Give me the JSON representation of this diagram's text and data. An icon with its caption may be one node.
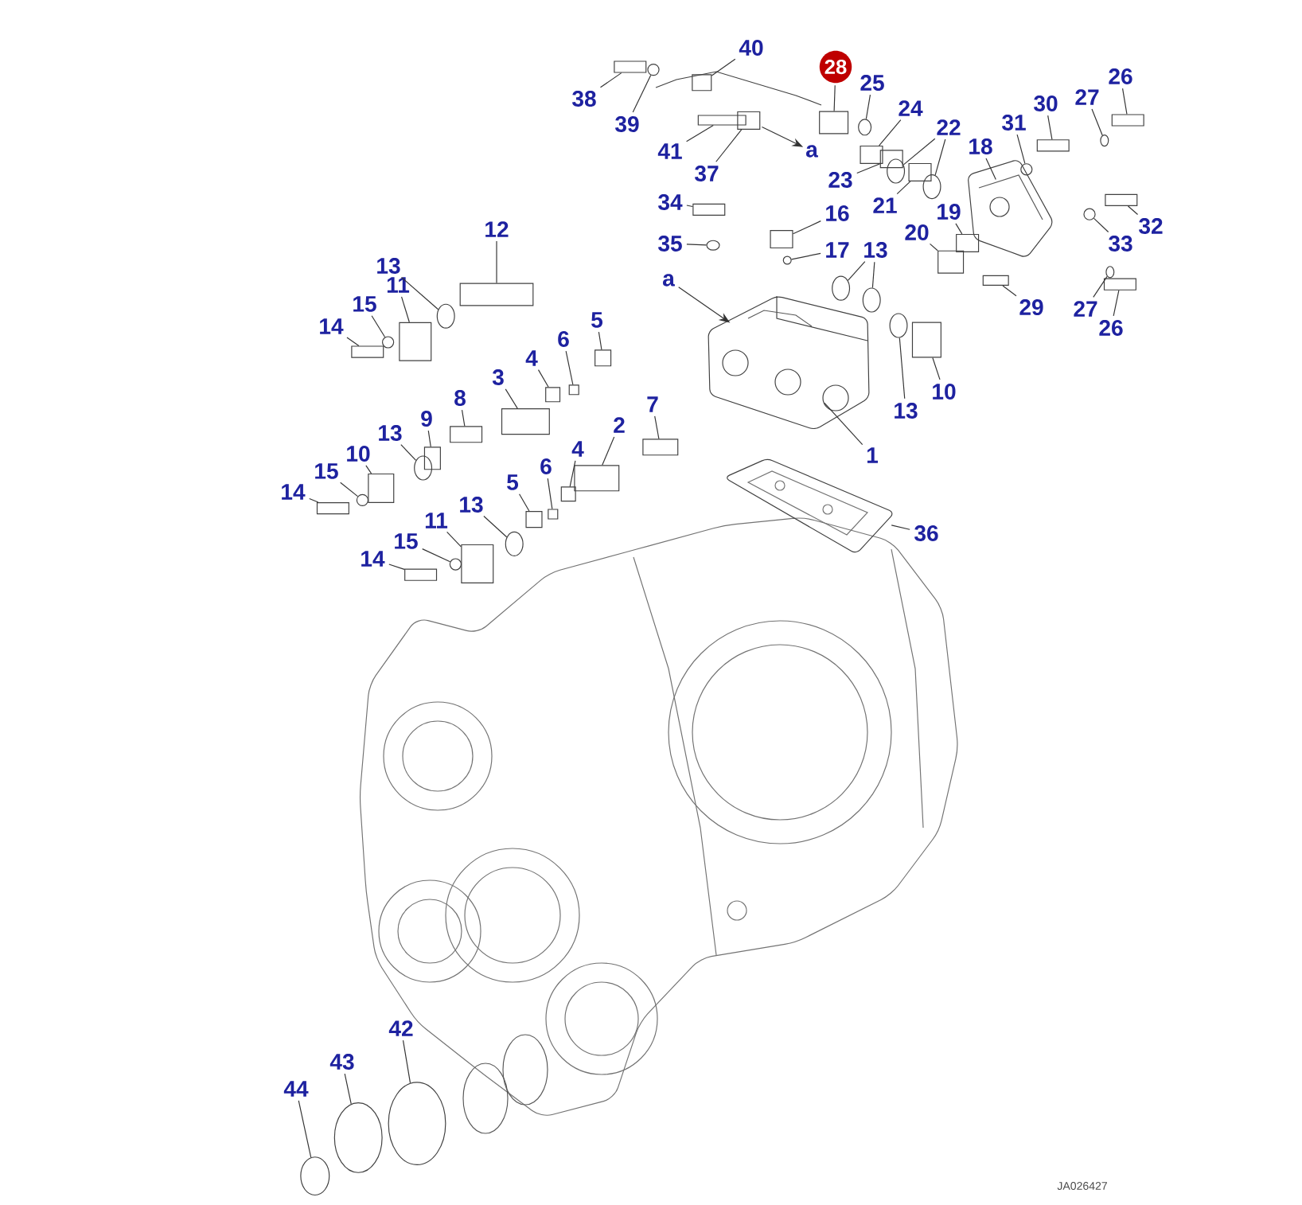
{
  "diagram": {
    "nodes": [
      {
        "text": [
          "40"
        ]
      },
      {
        "text": [
          "28"
        ]
      },
      {
        "text": [
          "26"
        ]
      },
      {
        "text": [
          "25"
        ]
      },
      {
        "text": [
          "38"
        ]
      },
      {
        "text": [
          "27"
        ]
      },
      {
        "text": [
          "30"
        ]
      },
      {
        "text": [
          "24"
        ]
      },
      {
        "text": [
          "39"
        ]
      },
      {
        "text": [
          "31"
        ]
      },
      {
        "text": [
          "22"
        ]
      },
      {
        "text": [
          "18"
        ]
      },
      {
        "text": [
          "41"
        ]
      },
      {
        "text": [
          "a"
        ]
      },
      {
        "text": [
          "37"
        ]
      },
      {
        "text": [
          "23"
        ]
      },
      {
        "text": [
          "34"
        ]
      },
      {
        "text": [
          "21"
        ]
      },
      {
        "text": [
          "19"
        ]
      },
      {
        "text": [
          "16"
        ]
      },
      {
        "text": [
          "32"
        ]
      },
      {
        "text": [
          "12"
        ]
      },
      {
        "text": [
          "20"
        ]
      },
      {
        "text": [
          "33"
        ]
      },
      {
        "text": [
          "35"
        ]
      },
      {
        "text": [
          "17"
        ]
      },
      {
        "text": [
          "13"
        ]
      },
      {
        "text": [
          "13"
        ]
      },
      {
        "text": [
          "a"
        ]
      },
      {
        "text": [
          "11"
        ]
      },
      {
        "text": [
          "15"
        ]
      },
      {
        "text": [
          "29"
        ]
      },
      {
        "text": [
          "27"
        ]
      },
      {
        "text": [
          "5"
        ]
      },
      {
        "text": [
          "14"
        ]
      },
      {
        "text": [
          "26"
        ]
      },
      {
        "text": [
          "6"
        ]
      },
      {
        "text": [
          "4"
        ]
      },
      {
        "text": [
          "3"
        ]
      },
      {
        "text": [
          "10"
        ]
      },
      {
        "text": [
          "8"
        ]
      },
      {
        "text": [
          "7"
        ]
      },
      {
        "text": [
          "13"
        ]
      },
      {
        "text": [
          "9"
        ]
      },
      {
        "text": [
          "2"
        ]
      },
      {
        "text": [
          "13"
        ]
      },
      {
        "text": [
          "4"
        ]
      },
      {
        "text": [
          "10"
        ]
      },
      {
        "text": [
          "1"
        ]
      },
      {
        "text": [
          "6"
        ]
      },
      {
        "text": [
          "15"
        ]
      },
      {
        "text": [
          "5"
        ]
      },
      {
        "text": [
          "14"
        ]
      },
      {
        "text": [
          "13"
        ]
      },
      {
        "text": [
          "11"
        ]
      },
      {
        "text": [
          "36"
        ]
      },
      {
        "text": [
          "15"
        ]
      },
      {
        "text": [
          "14"
        ]
      },
      {
        "text": [
          "42"
        ]
      },
      {
        "text": [
          "43"
        ]
      },
      {
        "text": [
          "44"
        ]
      },
      {
        "text": [],
        "shape": "box"
      },
      {
        "text": [],
        "shape": "box"
      },
      {
        "text": [],
        "shape": "bar"
      },
      {
        "text": [],
        "shape": "circle"
      },
      {
        "text": [],
        "shape": "bar"
      },
      {
        "text": [],
        "shape": "circle"
      },
      {
        "text": [],
        "shape": "bar"
      },
      {
        "text": [],
        "shape": "box"
      },
      {
        "text": [],
        "shape": "circle"
      },
      {
        "text": [],
        "shape": "circle"
      },
      {
        "text": [],
        "shape": "circle"
      },
      {
        "text": [],
        "shape": "circle"
      },
      {
        "text": [],
        "shape": "picture"
      },
      {
        "text": [],
        "shape": "bar"
      },
      {
        "text": [],
        "shape": "box"
      },
      {
        "text": [],
        "shape": "box"
      },
      {
        "text": [],
        "shape": "bar"
      },
      {
        "text": [],
        "shape": "box"
      },
      {
        "text": [],
        "shape": "box"
      },
      {
        "text": [],
        "shape": "box"
      },
      {
        "text": [],
        "shape": "bar"
      },
      {
        "text": [],
        "shape": "bar"
      },
      {
        "text": [],
        "shape": "box"
      },
      {
        "text": [],
        "shape": "circle"
      },
      {
        "text": [],
        "shape": "circle"
      },
      {
        "text": [],
        "shape": "circle"
      },
      {
        "text": [],
        "shape": "circle"
      },
      {
        "text": [],
        "shape": "circle"
      },
      {
        "text": [],
        "shape": "circle"
      },
      {
        "text": [],
        "shape": "box"
      },
      {
        "text": [],
        "shape": "circle"
      },
      {
        "text": [],
        "shape": "bar"
      },
      {
        "text": [],
        "shape": "circle"
      },
      {
        "text": [],
        "shape": "box"
      },
      {
        "text": [],
        "shape": "bar"
      },
      {
        "text": [],
        "shape": "bar"
      },
      {
        "text": [],
        "shape": "box"
      },
      {
        "text": [],
        "shape": "box"
      },
      {
        "text": [],
        "shape": "box"
      },
      {
        "text": [],
        "shape": "box"
      },
      {
        "text": [],
        "shape": "box"
      },
      {
        "text": [],
        "shape": "box"
      },
      {
        "text": [],
        "shape": "circle"
      },
      {
        "text": [],
        "shape": "box"
      },
      {
        "text": [],
        "shape": "box"
      },
      {
        "text": [],
        "shape": "circle"
      },
      {
        "text": [],
        "shape": "box"
      },
      {
        "text": [],
        "shape": "box"
      },
      {
        "text": [],
        "shape": "picture"
      },
      {
        "text": [],
        "shape": "box"
      },
      {
        "text": [],
        "shape": "circle"
      },
      {
        "text": [],
        "shape": "box"
      },
      {
        "text": [],
        "shape": "bar"
      },
      {
        "text": [],
        "shape": "circle"
      },
      {
        "text": [],
        "shape": "box"
      },
      {
        "text": [],
        "shape": "picture"
      },
      {
        "text": [],
        "shape": "circle"
      },
      {
        "text": [],
        "shape": "bar"
      },
      {
        "text": [],
        "shape": "circle"
      },
      {
        "text": [],
        "shape": "circle"
      },
      {
        "text": [],
        "shape": "circle"
      }
    ],
    "edges": [
      {
        "from": 0,
        "to": 61,
        "arrow": "none"
      },
      {
        "from": 1,
        "to": 62,
        "arrow": "none"
      },
      {
        "from": 2,
        "to": 63,
        "arrow": "none"
      },
      {
        "from": 3,
        "to": 64,
        "arrow": "none"
      },
      {
        "from": 4,
        "to": 65,
        "arrow": "none"
      },
      {
        "from": 5,
        "to": 66,
        "arrow": "none"
      },
      {
        "from": 6,
        "to": 67,
        "arrow": "none"
      },
      {
        "from": 7,
        "to": 68,
        "arrow": "none"
      },
      {
        "from": 8,
        "to": 69,
        "arrow": "none"
      },
      {
        "from": 9,
        "to": 70,
        "arrow": "none"
      },
      {
        "from": 10,
        "to": 71,
        "arrow": "none"
      },
      {
        "from": 10,
        "to": 72,
        "arrow": "none"
      },
      {
        "from": 11,
        "to": 73,
        "arrow": "none"
      },
      {
        "from": 12,
        "to": 74,
        "arrow": "none"
      },
      {
        "from": 75,
        "to": 13,
        "arrow": "to"
      },
      {
        "from": 14,
        "to": 75,
        "arrow": "none"
      },
      {
        "from": 15,
        "to": 76,
        "arrow": "none"
      },
      {
        "from": 16,
        "to": 77,
        "arrow": "none"
      },
      {
        "from": 17,
        "to": 78,
        "arrow": "none"
      },
      {
        "from": 18,
        "to": 79,
        "arrow": "none"
      },
      {
        "from": 19,
        "to": 80,
        "arrow": "none"
      },
      {
        "from": 20,
        "to": 81,
        "arrow": "none"
      },
      {
        "from": 21,
        "to": 82,
        "arrow": "none"
      },
      {
        "from": 22,
        "to": 83,
        "arrow": "none"
      },
      {
        "from": 23,
        "to": 84,
        "arrow": "none"
      },
      {
        "from": 24,
        "to": 85,
        "arrow": "none"
      },
      {
        "from": 25,
        "to": 86,
        "arrow": "none"
      },
      {
        "from": 26,
        "to": 87,
        "arrow": "none"
      },
      {
        "from": 26,
        "to": 88,
        "arrow": "none"
      },
      {
        "from": 27,
        "to": 89,
        "arrow": "none"
      },
      {
        "from": 28,
        "to": 109,
        "arrow": "to"
      },
      {
        "from": 29,
        "to": 90,
        "arrow": "none"
      },
      {
        "from": 30,
        "to": 91,
        "arrow": "none"
      },
      {
        "from": 31,
        "to": 92,
        "arrow": "none"
      },
      {
        "from": 32,
        "to": 93,
        "arrow": "none"
      },
      {
        "from": 33,
        "to": 94,
        "arrow": "none"
      },
      {
        "from": 34,
        "to": 95,
        "arrow": "none"
      },
      {
        "from": 35,
        "to": 96,
        "arrow": "none"
      },
      {
        "from": 36,
        "to": 97,
        "arrow": "none"
      },
      {
        "from": 37,
        "to": 98,
        "arrow": "none"
      },
      {
        "from": 38,
        "to": 99,
        "arrow": "none"
      },
      {
        "from": 39,
        "to": 100,
        "arrow": "none"
      },
      {
        "from": 40,
        "to": 101,
        "arrow": "none"
      },
      {
        "from": 41,
        "to": 102,
        "arrow": "none"
      },
      {
        "from": 42,
        "to": 103,
        "arrow": "none"
      },
      {
        "from": 43,
        "to": 104,
        "arrow": "none"
      },
      {
        "from": 44,
        "to": 105,
        "arrow": "none"
      },
      {
        "from": 45,
        "to": 106,
        "arrow": "none"
      },
      {
        "from": 46,
        "to": 107,
        "arrow": "none"
      },
      {
        "from": 47,
        "to": 108,
        "arrow": "none"
      },
      {
        "from": 48,
        "to": 109,
        "arrow": "none"
      },
      {
        "from": 49,
        "to": 110,
        "arrow": "none"
      },
      {
        "from": 50,
        "to": 111,
        "arrow": "none"
      },
      {
        "from": 51,
        "to": 112,
        "arrow": "none"
      },
      {
        "from": 52,
        "to": 113,
        "arrow": "none"
      },
      {
        "from": 53,
        "to": 114,
        "arrow": "none"
      },
      {
        "from": 54,
        "to": 115,
        "arrow": "none"
      },
      {
        "from": 55,
        "to": 116,
        "arrow": "none"
      },
      {
        "from": 56,
        "to": 117,
        "arrow": "none"
      },
      {
        "from": 57,
        "to": 118,
        "arrow": "none"
      },
      {
        "from": 58,
        "to": 119,
        "arrow": "none"
      },
      {
        "from": 59,
        "to": 120,
        "arrow": "none"
      },
      {
        "from": 60,
        "to": 121,
        "arrow": "none"
      }
    ],
    "labels": [
      "JA026427"
    ]
  }
}
